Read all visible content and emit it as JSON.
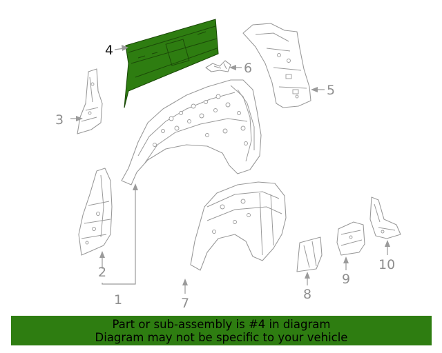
{
  "callouts": {
    "c1": "1",
    "c2": "2",
    "c3": "3",
    "c4": "4",
    "c5": "5",
    "c6": "6",
    "c7": "7",
    "c8": "8",
    "c9": "9",
    "c10": "10"
  },
  "highlighted_part": "4",
  "colors": {
    "highlight": "#2e7d11",
    "line": "#9a9a9a",
    "banner": "#2e7d11"
  },
  "banner": {
    "line1": "Part or sub-assembly is #4 in diagram",
    "line2": "Diagram may not be specific to your vehicle"
  }
}
